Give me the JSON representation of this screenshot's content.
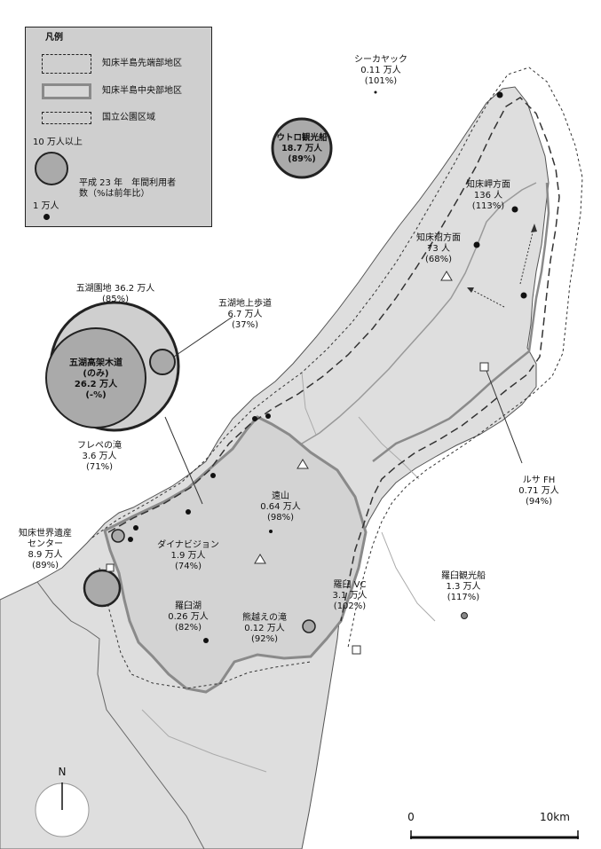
{
  "title": "",
  "legend": {
    "heading": "凡例",
    "items": [
      {
        "label": "知床半島先端部地区",
        "style": "long-dash"
      },
      {
        "label": "知床半島中央部地区",
        "style": "solid-gray"
      },
      {
        "label": "国立公園区域",
        "style": "short-dash"
      }
    ],
    "size_large": "10 万人以上",
    "size_small": "1 万人",
    "note": "平成 23 年　年間利用者\n数（%は前年比）"
  },
  "places": {
    "shiretoko_point": "知床岬方面\n136 人\n(113%)",
    "shiretoko_swamp": "知床沼方面\n73 人\n(68%)",
    "sea_kayak": "シーカヤック\n0.11 万人\n(101%)",
    "utoro_boat": "ウトロ観光船\n18.7 万人\n(89%)",
    "goko_park": "五湖園地 36.2 万人\n(85%)",
    "goko_walkway": "五湖地上歩道\n6.7 万人\n(37%)",
    "goko_elevated": "五湖高架木道\n(のみ)\n26.2 万人\n(-%)",
    "furepe": "フレペの滝\n3.6 万人\n(71%)",
    "heritage_center": "知床世界遺産\nセンター\n8.9 万人\n(89%)",
    "dynavision": "ダイナビジョン\n1.9 万人\n(74%)",
    "onzan": "遠山\n0.64 万人\n(98%)",
    "rausu_lake": "羅臼湖\n0.26 万人\n(82%)",
    "kumagoe": "熊越えの滝\n0.12 万人\n(92%)",
    "rausu_vc": "羅臼 VC\n3.1 万人\n(102%)",
    "rusa_fh": "ルサ FH\n0.71 万人\n(94%)",
    "rausu_boat": "羅臼観光船\n1.3 万人\n(117%)"
  },
  "compass": "N",
  "scale": {
    "start": "0",
    "end": "10km"
  }
}
